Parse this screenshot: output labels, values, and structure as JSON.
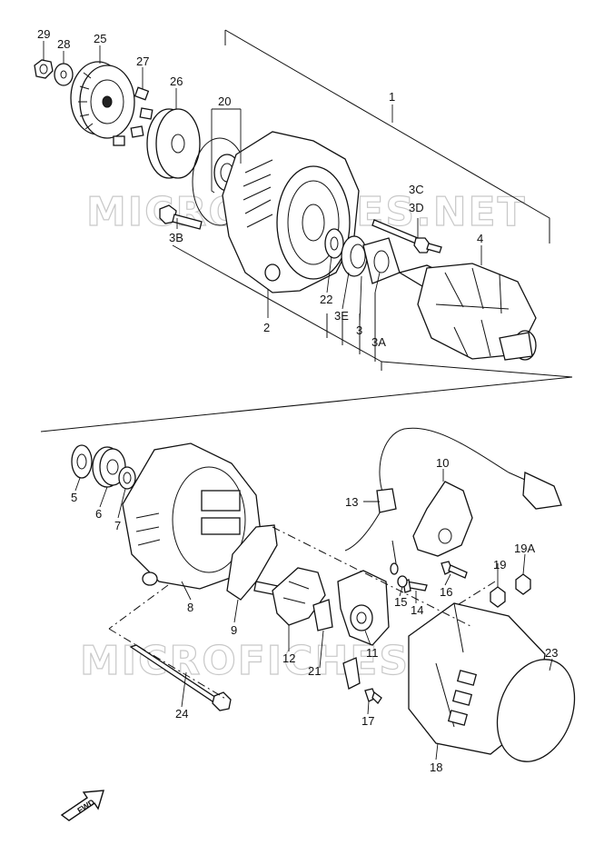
{
  "watermark": [
    "MICROFICHES.NET",
    "MICROFICHES.NET"
  ],
  "fwd_label": "FWD",
  "callouts": {
    "p1": "1",
    "p2": "2",
    "p3": "3",
    "p3A": "3A",
    "p3B": "3B",
    "p3C": "3C",
    "p3D": "3D",
    "p3E": "3E",
    "p4": "4",
    "p5": "5",
    "p6": "6",
    "p7": "7",
    "p8": "8",
    "p9": "9",
    "p10": "10",
    "p11": "11",
    "p12": "12",
    "p13": "13",
    "p14": "14",
    "p15": "15",
    "p16": "16",
    "p17": "17",
    "p18": "18",
    "p19": "19",
    "p19A": "19A",
    "p20": "20",
    "p21": "21",
    "p22": "22",
    "p23": "23",
    "p24": "24",
    "p25": "25",
    "p26": "26",
    "p27": "27",
    "p28": "28",
    "p29": "29"
  }
}
